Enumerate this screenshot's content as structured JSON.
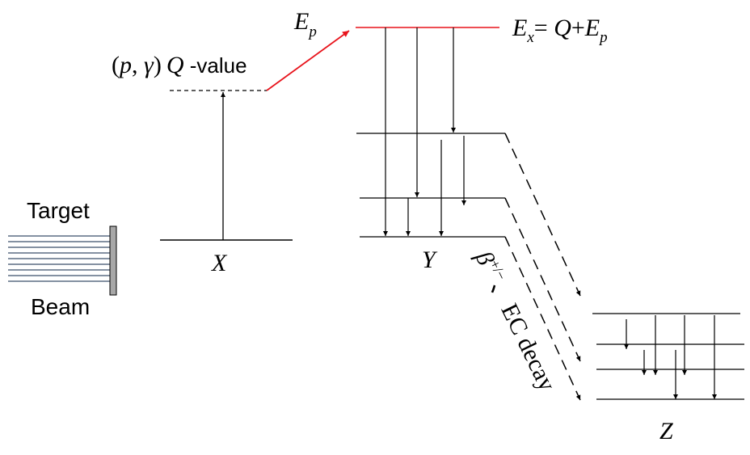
{
  "labels": {
    "target": "Target",
    "beam": "Beam",
    "x": "X",
    "y": "Y",
    "z": "Z",
    "e_p": {
      "main": "E",
      "sub": "p"
    },
    "q_value": {
      "open": "(",
      "p": "p",
      "comma": ", ",
      "gamma": "γ",
      "close": ")",
      "Q": "Q",
      "suffix": " -value"
    },
    "ex_eq": {
      "E": "E",
      "x_sub": "x",
      "eq": "= ",
      "Q": "Q",
      "plus": "+",
      "E2": "E",
      "p_sub": "p"
    },
    "decay": {
      "beta": "β",
      "beta_sup": "+/−",
      "sep": "、",
      "text": "EC decay"
    }
  },
  "colors": {
    "line": "#000000",
    "highlight": "#e8141c",
    "beam_lines": "#3b4f6b",
    "target_plate": "#a7a7a7"
  }
}
